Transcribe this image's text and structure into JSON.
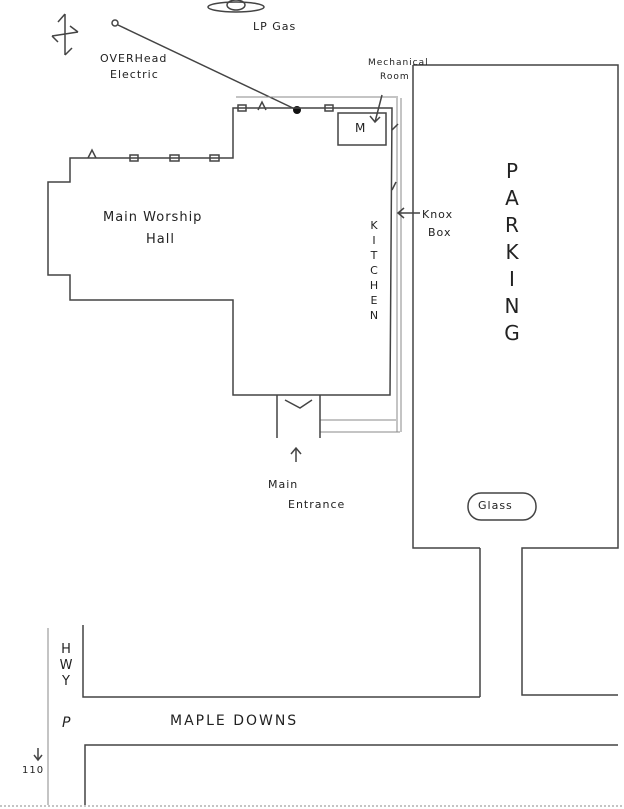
{
  "labels": {
    "lp_gas": "LP Gas",
    "overhead_electric_1": "OVERHead",
    "overhead_electric_2": "Electric",
    "mechanical_room_1": "Mechanical",
    "mechanical_room_2": "Room",
    "mechanical_m": "M",
    "main_worship_hall_1": "Main Worship",
    "main_worship_hall_2": "Hall",
    "kitchen": [
      "K",
      "I",
      "T",
      "C",
      "H",
      "E",
      "N"
    ],
    "knox_box_1": "Knox",
    "knox_box_2": "Box",
    "parking": [
      "P",
      "A",
      "R",
      "K",
      "I",
      "N",
      "G"
    ],
    "main_entrance_1": "Main",
    "main_entrance_2": "Entrance",
    "glass": "Glass",
    "hwy": [
      "H",
      "W",
      "Y"
    ],
    "hwy_p": "P",
    "maple_downs": "MAPLE DOWNS",
    "hwy_number": "110"
  }
}
